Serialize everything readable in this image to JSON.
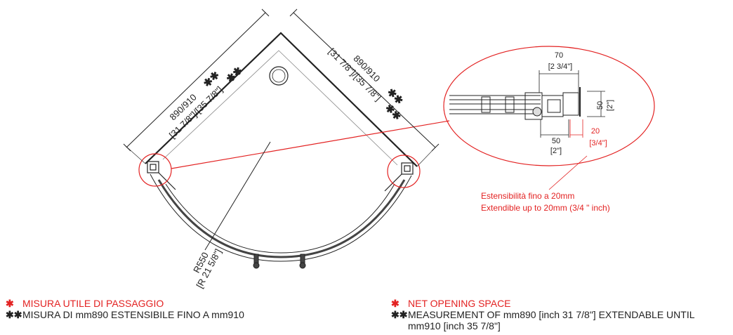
{
  "dims": {
    "left_side": "890/910",
    "left_side_inch": "[31 7/8\"]/[35 7/8\"]",
    "right_side": "890/910",
    "right_side_inch": "[31 7/8\"]/[35 7/8\"]",
    "double_star": "✱✱",
    "radius": "R550",
    "radius_inch": "[R 21 5/8\"]"
  },
  "detail": {
    "top_mm": "70",
    "top_inch": "[2 3/4\"]",
    "side_mm": "50",
    "side_inch": "[2\"]",
    "bottom_mm": "50",
    "bottom_inch": "[2\"]",
    "ext_mm": "20",
    "ext_inch": "[3/4\"]"
  },
  "note": {
    "line1": "Estensibilità fino a 20mm",
    "line2": "Extendible up to 20mm (3/4 \" inch)"
  },
  "legend_it": {
    "star": "✱",
    "star_text": "MISURA UTILE DI PASSAGGIO",
    "dstar": "✱✱",
    "dstar_text": "MISURA DI mm890 ESTENSIBILE FINO A mm910"
  },
  "legend_en": {
    "star": "✱",
    "star_text": "NET OPENING SPACE",
    "dstar": "✱✱",
    "dstar_text": "MEASUREMENT OF mm890 [inch 31 7/8\"] EXTENDABLE UNTIL mm910 [inch 35 7/8\"]"
  },
  "colors": {
    "accent": "#e32222",
    "line": "#222222"
  }
}
